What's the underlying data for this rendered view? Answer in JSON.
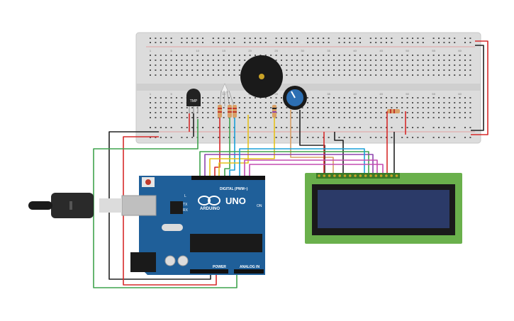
{
  "sensor": {
    "label": "TMP"
  },
  "arduino": {
    "brand": "ARDUINO",
    "model": "UNO",
    "digital_header": "DIGITAL (PWM~)",
    "power_header": "POWER",
    "analog_header": "ANALOG IN",
    "led_l": "L",
    "led_tx": "TX",
    "led_rx": "RX",
    "led_on": "ON"
  },
  "breadboard": {
    "col_numbers": [
      "1",
      "5",
      "10",
      "15",
      "20",
      "25",
      "30",
      "35",
      "40",
      "45",
      "50",
      "55",
      "60"
    ],
    "row_letters_top": [
      "a",
      "b",
      "c",
      "d",
      "e"
    ],
    "row_letters_bottom": [
      "f",
      "g",
      "h",
      "i",
      "j"
    ]
  },
  "colors": {
    "breadboard": "#d9d9d9",
    "arduino": "#1f5f99",
    "lcd_pcb": "#6ab04c",
    "lcd_screen": "#2b3a68",
    "wire_red": "#d62a2a",
    "wire_black": "#222222",
    "wire_green": "#3fa34d"
  }
}
